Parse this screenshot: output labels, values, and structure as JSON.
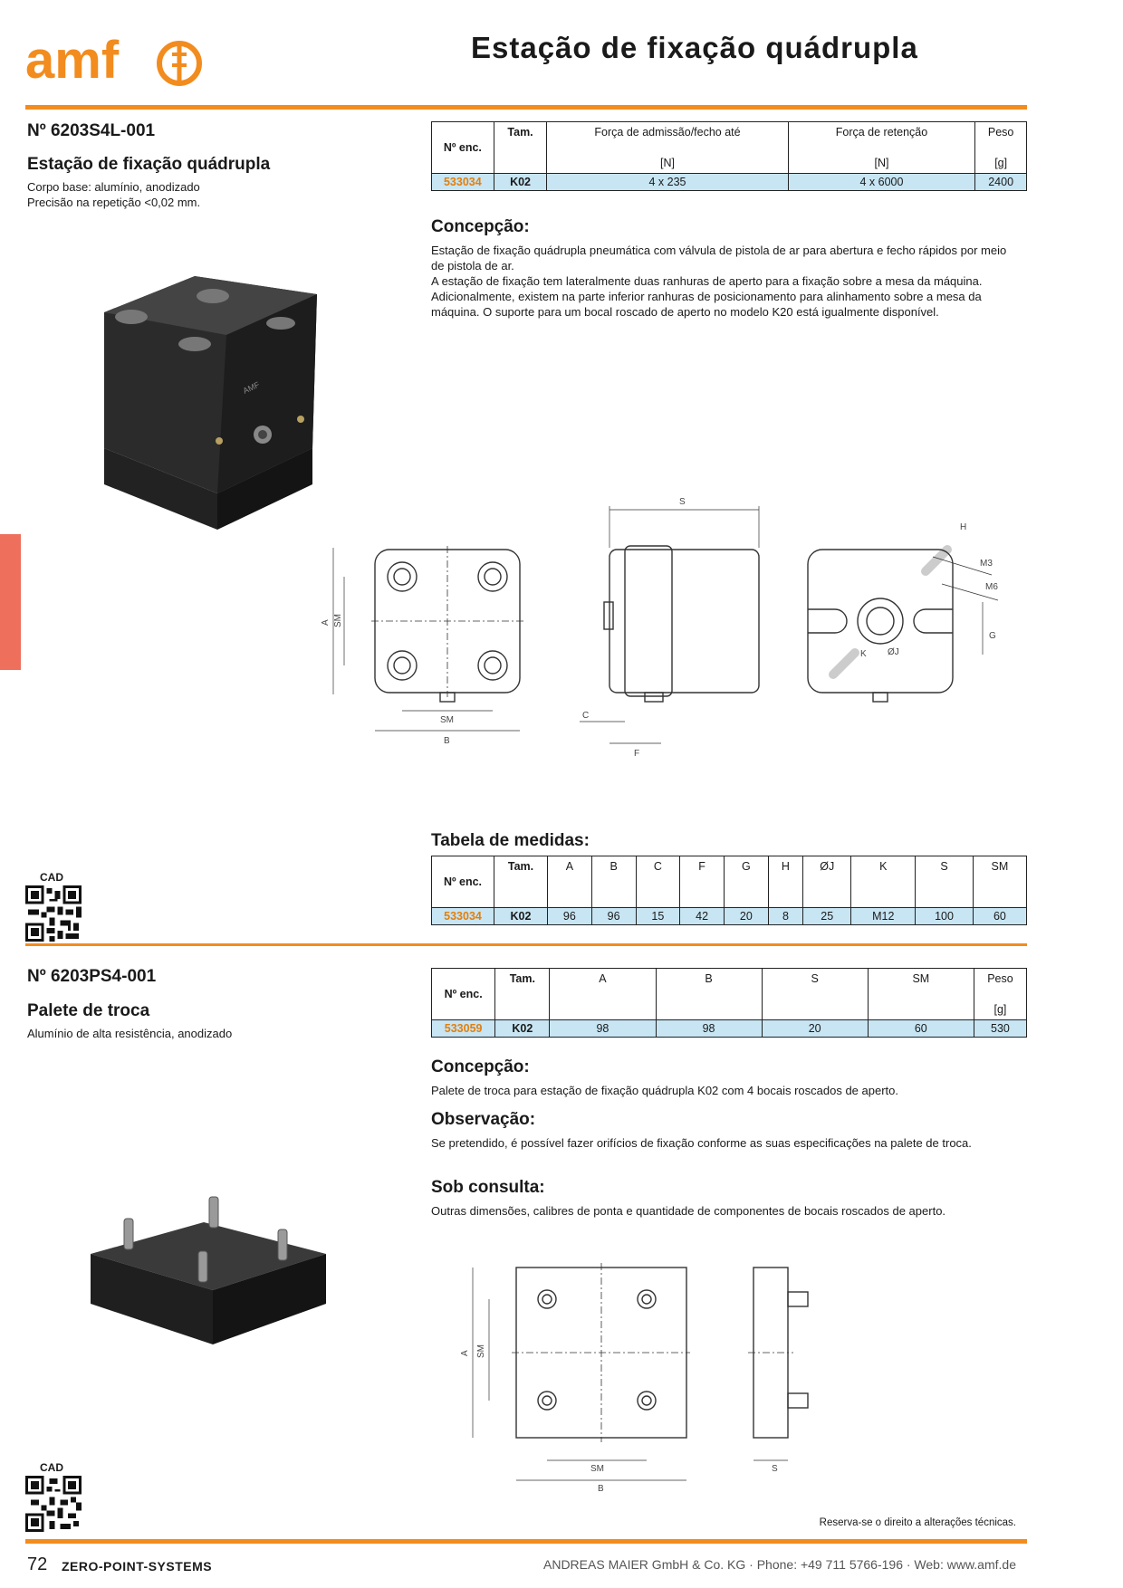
{
  "header": {
    "logo_text": "amf",
    "title": "Estação de fixação quádrupla"
  },
  "product1": {
    "art_no": "Nº 6203S4L-001",
    "name": "Estação de fixação quádrupla",
    "desc1": "Corpo base: alumínio, anodizado",
    "desc2": "Precisão na repetição <0,02 mm.",
    "table": {
      "h_ord": "Nº enc.",
      "h_size": "Tam.",
      "h_force": "Força de admissão/fecho até",
      "h_force_unit": "[N]",
      "h_hold": "Força de retenção",
      "h_hold_unit": "[N]",
      "h_weight": "Peso",
      "h_weight_unit": "[g]",
      "row": {
        "ord": "533034",
        "size": "K02",
        "force": "4 x 235",
        "hold": "4 x 6000",
        "weight": "2400"
      }
    },
    "concept_heading": "Concepção:",
    "concept_text": "Estação de fixação quádrupla pneumática com válvula de pistola de ar para abertura e fecho rápidos por meio de pistola de ar.\nA estação de fixação tem lateralmente duas ranhuras de aperto para a fixação sobre a mesa da máquina. Adicionalmente, existem na parte inferior ranhuras de posicionamento para alinhamento sobre a mesa da máquina. O suporte para um bocal roscado de aperto no modelo K20 está igualmente disponível.",
    "drawing_labels": {
      "A": "A",
      "SM": "SM",
      "B": "B",
      "C": "C",
      "F": "F",
      "S": "S",
      "H": "H",
      "M3": "M3",
      "M6": "M6",
      "G": "G",
      "K": "K",
      "J": "ØJ"
    },
    "dims_heading": "Tabela de medidas:",
    "dims": {
      "headers": [
        "Nº enc.",
        "Tam.",
        "A",
        "B",
        "C",
        "F",
        "G",
        "H",
        "ØJ",
        "K",
        "S",
        "SM"
      ],
      "row": [
        "533034",
        "K02",
        "96",
        "96",
        "15",
        "42",
        "20",
        "8",
        "25",
        "M12",
        "100",
        "60"
      ]
    },
    "cad": "CAD"
  },
  "product2": {
    "art_no": "Nº 6203PS4-001",
    "name": "Palete de troca",
    "desc1": "Alumínio de alta resistência, anodizado",
    "table": {
      "h_ord": "Nº enc.",
      "h_size": "Tam.",
      "h_a": "A",
      "h_b": "B",
      "h_s": "S",
      "h_sm": "SM",
      "h_weight": "Peso",
      "h_weight_unit": "[g]",
      "row": {
        "ord": "533059",
        "size": "K02",
        "a": "98",
        "b": "98",
        "s": "20",
        "sm": "60",
        "weight": "530"
      }
    },
    "concept_heading": "Concepção:",
    "concept_text": "Palete de troca para estação de fixação quádrupla K02 com 4 bocais roscados de aperto.",
    "obs_heading": "Observação:",
    "obs_text": "Se pretendido, é possível fazer orifícios de fixação conforme as suas especificações na palete de troca.",
    "req_heading": "Sob consulta:",
    "req_text": "Outras dimensões, calibres de ponta e quantidade de componentes de bocais roscados de aperto.",
    "drawing_labels": {
      "A": "A",
      "SM": "SM",
      "B": "B",
      "S": "S"
    },
    "cad": "CAD"
  },
  "footer": {
    "reserve": "Reserva-se o direito a alterações técnicas.",
    "page": "72",
    "section": "ZERO-POINT-SYSTEMS",
    "company": "ANDREAS MAIER GmbH & Co. KG · Phone: +49 711 5766-196 · Web: www.amf.de"
  },
  "colors": {
    "accent": "#f28c1e",
    "table_row": "#c7e5f3",
    "order_no": "#e37f0e",
    "side_tab": "#ee6f5c"
  }
}
